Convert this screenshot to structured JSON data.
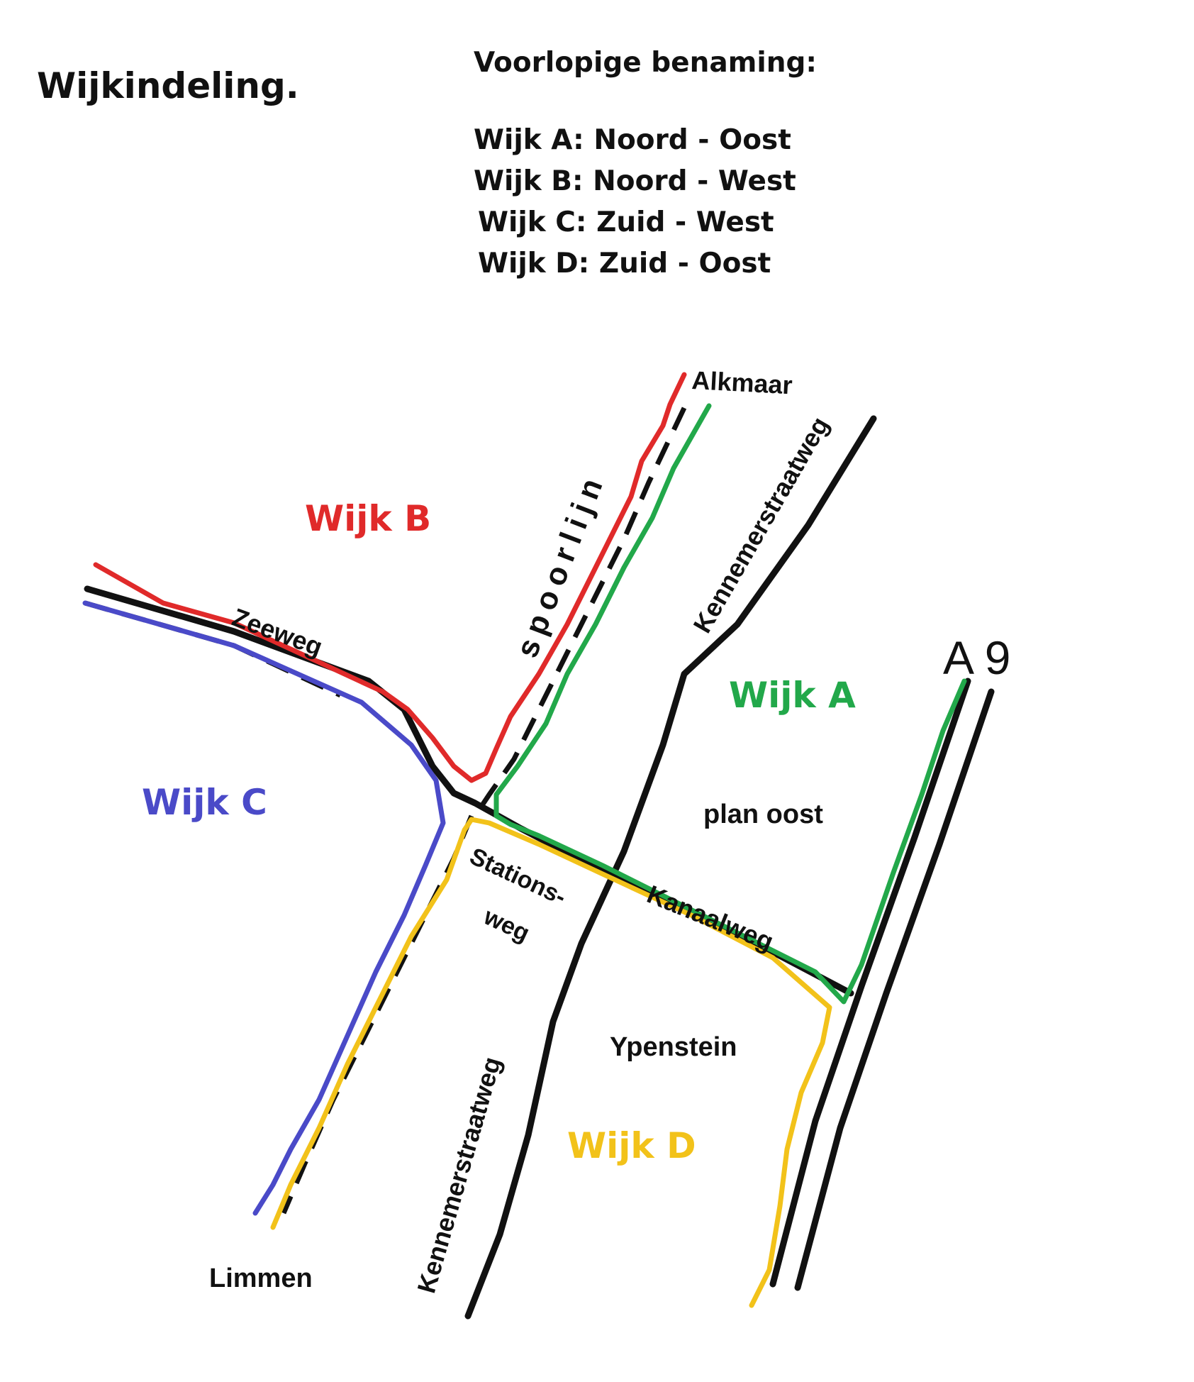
{
  "title": "Wijkindeling.",
  "legend": {
    "heading": "Voorlopige benaming:",
    "rows": [
      "Wijk A: Noord - Oost",
      "Wijk B: Noord - West",
      "Wijk C: Zuid - West",
      "Wijk D: Zuid - Oost"
    ]
  },
  "map": {
    "places": {
      "alkmaar": "Alkmaar",
      "limmen": "Limmen",
      "plan_oost": "plan oost",
      "ypenstein": "Ypenstein",
      "a9": "A 9"
    },
    "streets": {
      "zeeweg": "Zeeweg",
      "spoorlijn": "spoorlijn",
      "kennemerstraatweg_north": "Kennemerstraatweg",
      "kennemerstraatweg_south": "Kennemerstraatweg",
      "stations": "Stations-",
      "weg": "weg",
      "kanaalweg": "Kanaalweg"
    },
    "districts": {
      "a": {
        "label": "Wijk A",
        "color": "#22a84a"
      },
      "b": {
        "label": "Wijk B",
        "color": "#e02a2a"
      },
      "c": {
        "label": "Wijk C",
        "color": "#4a4ac8"
      },
      "d": {
        "label": "Wijk D",
        "color": "#f2c21a"
      }
    }
  }
}
